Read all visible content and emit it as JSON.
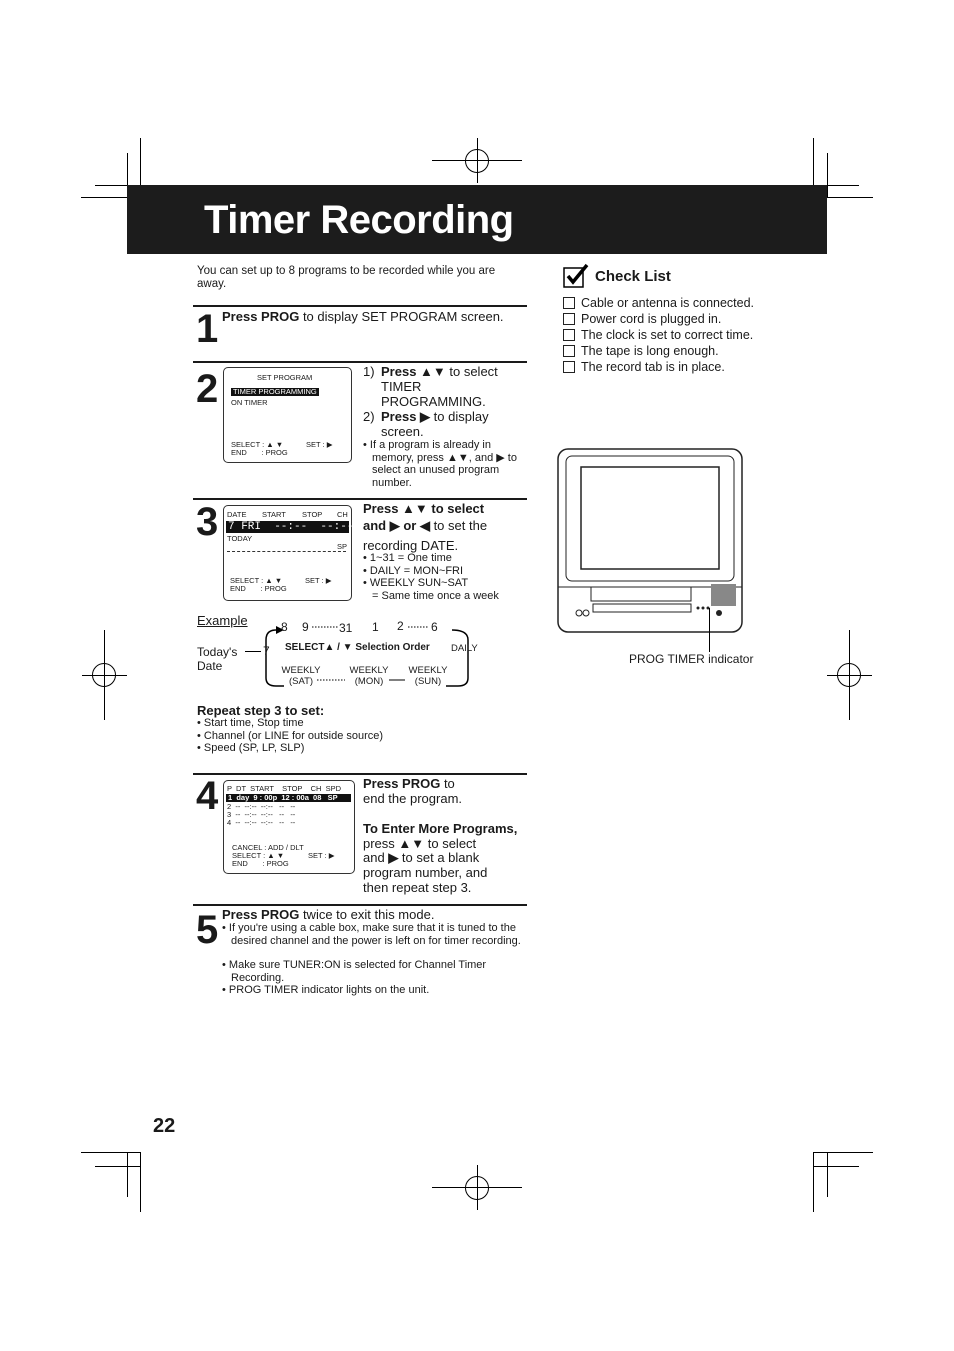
{
  "page": {
    "title": "Timer Recording",
    "intro": "You can set up to 8 programs to be recorded while you are away.",
    "page_number": "22"
  },
  "step1": {
    "num": "1",
    "bold": "Press PROG",
    "text": " to display SET PROGRAM screen."
  },
  "step2": {
    "num": "2",
    "screen": {
      "title": "SET PROGRAM",
      "line1": "TIMER PROGRAMMING",
      "line2": "ON TIMER",
      "foot1": "SELECT : ▲ ▼",
      "foot1b": "SET : ▶",
      "foot2": "END       : PROG"
    },
    "i1_num": "1)",
    "i1_bold": "Press ▲▼",
    "i1_text": " to select",
    "i1_line2": "TIMER",
    "i1_line3": "PROGRAMMING.",
    "i2_num": "2)",
    "i2_bold": "Press ▶",
    "i2_text": " to display",
    "i2_line2": "screen.",
    "note": "• If a program is already in memory, press ▲▼, and ▶ to select an unused program number."
  },
  "step3": {
    "num": "3",
    "screen": {
      "h_date": "DATE",
      "h_start": "START",
      "h_stop": "STOP",
      "h_ch": "CH",
      "row": "7 FRI  --:--  --:--  --",
      "today": "TODAY",
      "sp": "SP",
      "foot1": "SELECT : ▲ ▼",
      "foot1b": "SET : ▶",
      "foot2": "END       : PROG"
    },
    "line1_bold": "Press ▲▼ to select",
    "line2_bold": "and ▶ or ◀",
    "line2_text": " to set the",
    "line3": "recording DATE.",
    "bullets": [
      "1~31 = One time",
      "DAILY = MON~FRI",
      "WEEKLY SUN~SAT"
    ],
    "bullet_extra": "= Same time once a week"
  },
  "example": {
    "label": "Example",
    "today": "Today's",
    "date": "Date",
    "seven": "7",
    "n8": "8",
    "n9": "9",
    "n31": "31",
    "n1": "1",
    "n2": "2",
    "n6": "6",
    "daily": "DAILY",
    "select": "SELECT▲ / ▼ Selection Order",
    "w_sat": "WEEKLY",
    "w_sat2": "(SAT)",
    "w_mon": "WEEKLY",
    "w_mon2": "(MON)",
    "w_sun": "WEEKLY",
    "w_sun2": "(SUN)"
  },
  "repeat": {
    "title": "Repeat step 3 to set:",
    "items": [
      "Start time, Stop time",
      "Channel (or LINE for outside source)",
      "Speed (SP, LP, SLP)"
    ]
  },
  "step4": {
    "num": "4",
    "screen": {
      "header": "P  DT  START    STOP    CH  SPD",
      "row1": "1  day  9 : 00p  12 : 00a  08   SP",
      "row2": "2  --  --:--  --:--   --   --",
      "row3": "3  --  --:--  --:--   --   --",
      "row4": "4  --  --:--  --:--   --   --",
      "foot0": "CANCEL : ADD / DLT",
      "foot1": "SELECT : ▲ ▼",
      "foot1b": "SET : ▶",
      "foot2": "END       : PROG"
    },
    "p1_bold": "Press PROG",
    "p1_text": " to",
    "p1_line2": "end the program.",
    "p2_title": "To Enter More Programs,",
    "p2_line1a": "press ",
    "p2_line1b": "▲▼",
    "p2_line1c": " to select",
    "p2_line2a": "and ",
    "p2_line2b": "▶",
    "p2_line2c": " to set a blank",
    "p2_line3": "program number, and",
    "p2_line4": "then repeat step 3."
  },
  "step5": {
    "num": "5",
    "bold": "Press PROG",
    "text": " twice to exit this mode.",
    "bullets": [
      "If you're using a cable box, make sure that it is tuned to the desired channel and the power is left on for timer recording.",
      "Make sure TUNER:ON is selected for Channel Timer Recording.",
      "PROG TIMER indicator lights on the unit."
    ]
  },
  "checklist": {
    "title": "Check List",
    "items": [
      "Cable or antenna is connected.",
      "Power cord is plugged in.",
      "The clock is set to correct time.",
      "The tape is long enough.",
      "The record tab is in place."
    ]
  },
  "tv": {
    "indicator_label": "PROG TIMER indicator"
  }
}
